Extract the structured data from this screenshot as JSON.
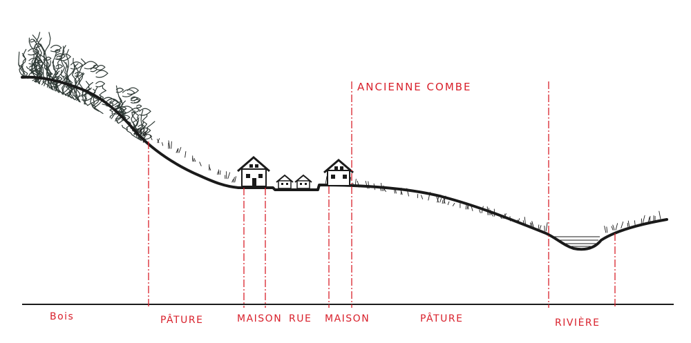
{
  "diagram": {
    "annotation": "ANCIENNE COMBE",
    "zones": [
      {
        "id": "bois",
        "label": "Bois"
      },
      {
        "id": "pature-1",
        "label": "PÂTURE"
      },
      {
        "id": "maison-1",
        "label": "MAISON"
      },
      {
        "id": "rue",
        "label": "RUE"
      },
      {
        "id": "maison-2",
        "label": "MAISON"
      },
      {
        "id": "pature-2",
        "label": "PÂTURE"
      },
      {
        "id": "riviere",
        "label": "RIVIÈRE"
      }
    ],
    "colors": {
      "ink": "#1a1a1a",
      "forest": "#2f3a36",
      "accent_red": "#d81f2a",
      "background": "#ffffff"
    }
  }
}
